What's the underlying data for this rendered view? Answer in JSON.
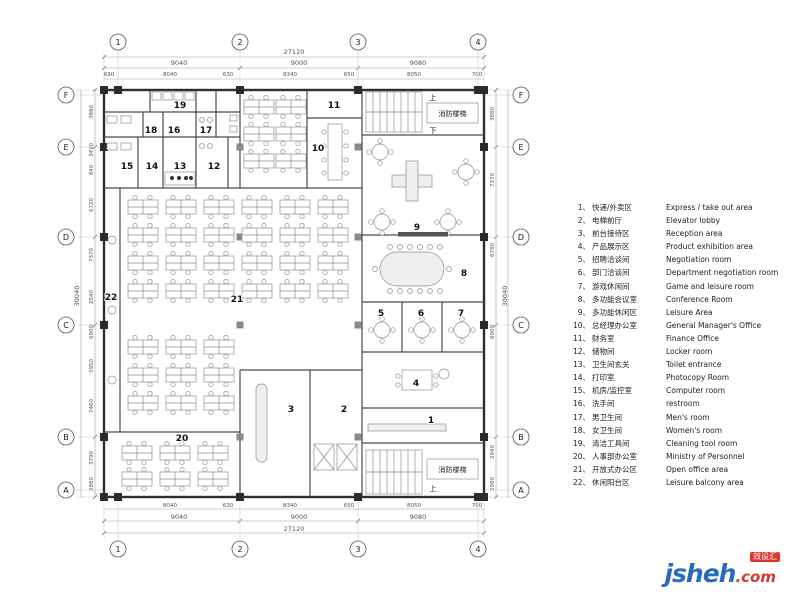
{
  "grid": {
    "cols": [
      "1",
      "2",
      "3",
      "4"
    ],
    "rows": [
      "F",
      "E",
      "D",
      "C",
      "B",
      "A"
    ]
  },
  "dims": {
    "top": {
      "total": "27120",
      "mid": [
        "9040",
        "9000",
        "9080"
      ],
      "inner": [
        "690",
        "8040",
        "630",
        "8340",
        "650",
        "8050",
        "700"
      ]
    },
    "bottom": {
      "inner": [
        "8040",
        "630",
        "8340",
        "650",
        "8050",
        "700"
      ],
      "mid": [
        "9040",
        "9000",
        "9080"
      ],
      "total": "27120"
    },
    "left": {
      "total": "30040",
      "segs": [
        "3880",
        "3490",
        "840",
        "6720",
        "7370",
        "2540",
        "6900",
        "5950",
        "7460",
        "3790",
        "2880"
      ]
    },
    "right": {
      "total": "30040",
      "segs": [
        "3880",
        "7370",
        "6780",
        "6900",
        "2940",
        "2980"
      ]
    }
  },
  "plan": {
    "rooms": [
      "1",
      "2",
      "3",
      "4",
      "5",
      "6",
      "7",
      "8",
      "9",
      "10",
      "11",
      "12",
      "13",
      "14",
      "15",
      "16",
      "17",
      "18",
      "19",
      "20",
      "21",
      "22"
    ],
    "fire_stairs": "消防楼梯",
    "up": "上",
    "down": "下"
  },
  "legend": {
    "items": [
      {
        "num": "1、",
        "cn": "快递/外卖区",
        "en": "Express / take out area"
      },
      {
        "num": "2、",
        "cn": "电梯前厅",
        "en": "Elevator lobby"
      },
      {
        "num": "3、",
        "cn": "前台接待区",
        "en": "Reception area"
      },
      {
        "num": "4、",
        "cn": "产品展示区",
        "en": "Product exhibition area"
      },
      {
        "num": "5、",
        "cn": "招聘洽谈间",
        "en": "Negotiation room"
      },
      {
        "num": "6、",
        "cn": "部门洽谈间",
        "en": "Department negotiation room"
      },
      {
        "num": "7、",
        "cn": "游戏休闲间",
        "en": "Game and leisure room"
      },
      {
        "num": "8、",
        "cn": "多功能会议室",
        "en": "Conference Room"
      },
      {
        "num": "9、",
        "cn": "多功能休闲区",
        "en": "Leisure Area"
      },
      {
        "num": "10、",
        "cn": "总经理办公室",
        "en": "General Manager's Office"
      },
      {
        "num": "11、",
        "cn": "财务室",
        "en": "Finance Office"
      },
      {
        "num": "12、",
        "cn": "储物间",
        "en": "Locker room"
      },
      {
        "num": "13、",
        "cn": "卫生间玄关",
        "en": "Toilet entrance"
      },
      {
        "num": "14、",
        "cn": "打印室",
        "en": "Photocopy Room"
      },
      {
        "num": "15、",
        "cn": "机房/监控室",
        "en": "Computer room"
      },
      {
        "num": "16、",
        "cn": "洗手间",
        "en": "restroom"
      },
      {
        "num": "17、",
        "cn": "男卫生间",
        "en": "Men's room"
      },
      {
        "num": "18、",
        "cn": "女卫生间",
        "en": "Women's room"
      },
      {
        "num": "19、",
        "cn": "清洁工具间",
        "en": "Cleaning tool room"
      },
      {
        "num": "20、",
        "cn": "人事部办公室",
        "en": "Ministry of Personnel"
      },
      {
        "num": "21、",
        "cn": "开放式办公区",
        "en": "Open office area"
      },
      {
        "num": "22、",
        "cn": "休闲阳台区",
        "en": "Leisure balcony area"
      }
    ]
  },
  "watermark": {
    "name": "jsheh",
    "tld": ".com",
    "badge": "效设汇"
  }
}
